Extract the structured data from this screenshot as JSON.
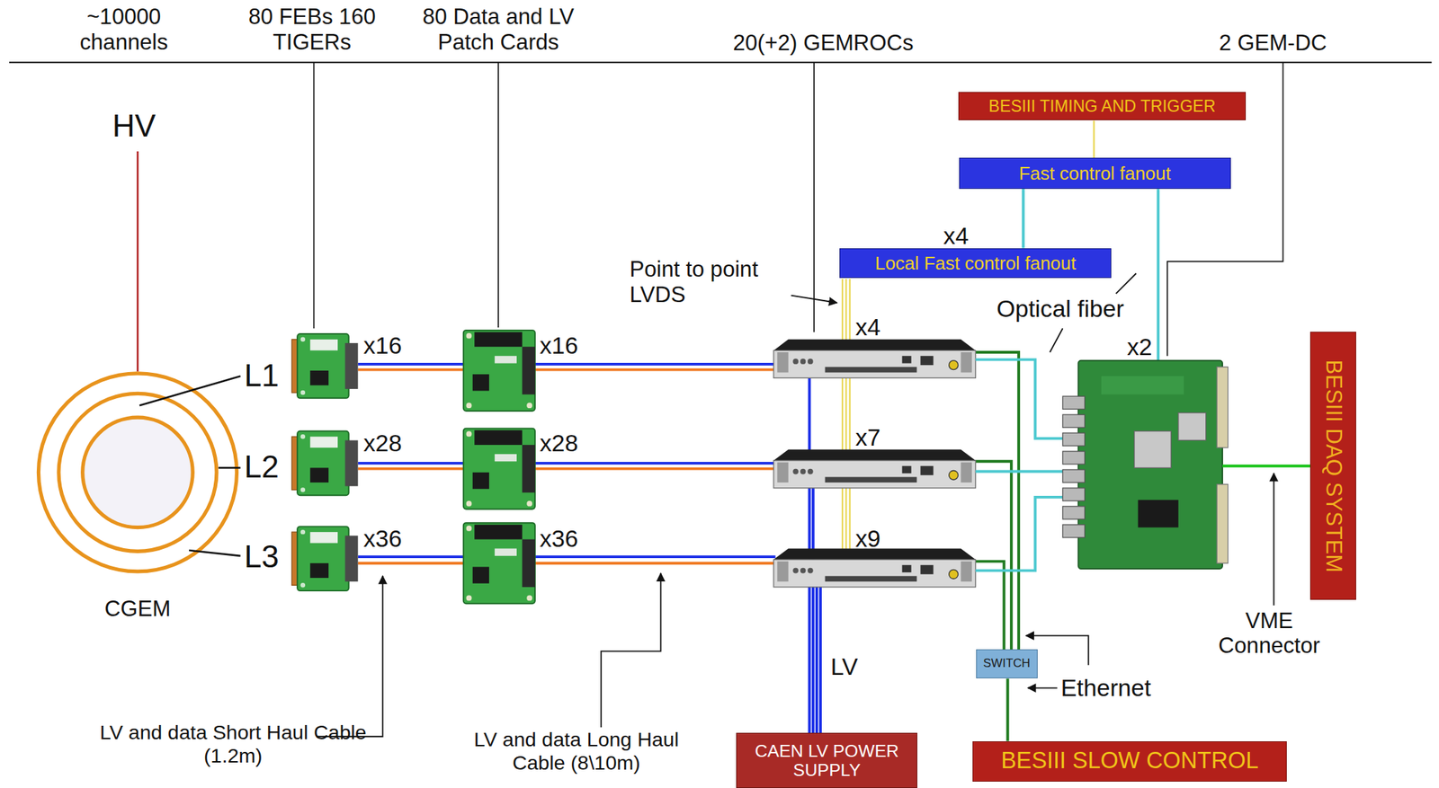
{
  "diagram": {
    "nodes": [
      {
        "text": [
          "BESIII TIMING AND TRIGGER"
        ]
      },
      {
        "text": [
          "Fast control fanout"
        ]
      },
      {
        "text": [
          "Local Fast control fanout"
        ]
      },
      {
        "text": [
          "BESIII DAQ SYSTEM"
        ]
      },
      {
        "text": [
          "SWITCH"
        ]
      },
      {
        "text": [
          "CAEN LV POWER SUPPLY"
        ]
      },
      {
        "text": [
          "BESIII SLOW CONTROL"
        ]
      }
    ],
    "edges": [
      {
        "from": 0,
        "to": 1,
        "arrow": "none"
      },
      {
        "from": 1,
        "to": 2,
        "arrow": "none"
      },
      {
        "from": 4,
        "to": 6,
        "arrow": "none"
      }
    ],
    "labels": [
      "~10000 channels",
      "80 FEBs 160 TIGERs",
      "80 Data and LV Patch Cards",
      "20(+2) GEMROCs",
      "2 GEM-DC",
      "HV",
      "L1",
      "L2",
      "L3",
      "CGEM",
      "x16",
      "x16",
      "x28",
      "x28",
      "x36",
      "x36",
      "x4",
      "x4",
      "x7",
      "x9",
      "Point to point LVDS",
      "Optical fiber",
      "x2",
      "LV",
      "Ethernet",
      "VME Connector",
      "LV and data Short Haul Cable (1.2m)",
      "LV and data Long Haul Cable (8\\10m)"
    ]
  }
}
